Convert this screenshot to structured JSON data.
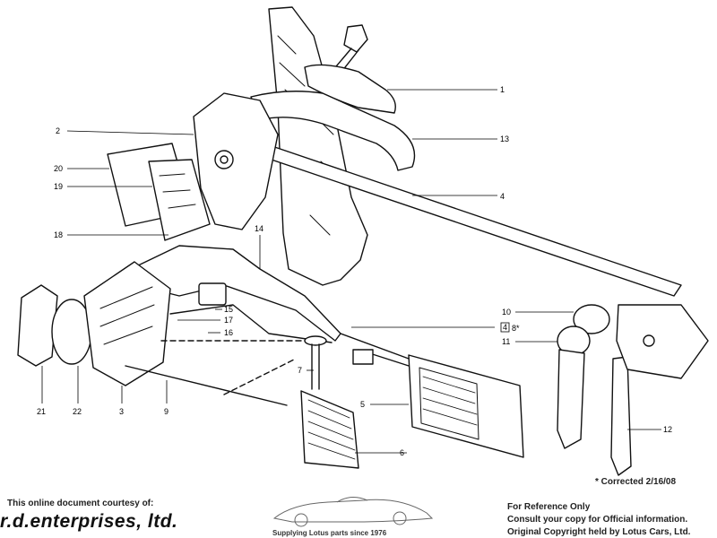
{
  "diagram": {
    "callouts": [
      "1",
      "2",
      "4",
      "13",
      "20",
      "19",
      "18",
      "14",
      "15",
      "17",
      "16",
      "10",
      "11",
      "7",
      "5",
      "6",
      "12",
      "21",
      "22",
      "3",
      "9"
    ],
    "ref_label": "8*",
    "ref_box": "4",
    "corrected_note": "* Corrected 2/16/08"
  },
  "footer": {
    "courtesy": "This online document courtesy of:",
    "brand": "r.d.enterprises, ltd.",
    "tagline": "Supplying Lotus parts since 1976",
    "reference_lines": [
      "For Reference Only",
      "Consult your copy for Official information.",
      "Original Copyright held by Lotus Cars, Ltd."
    ]
  }
}
